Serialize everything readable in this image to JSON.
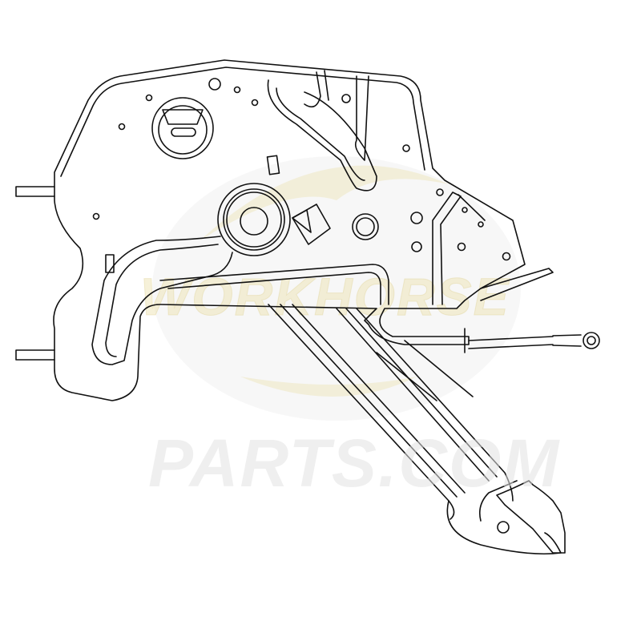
{
  "diagram": {
    "subject": "Parking brake pedal assembly",
    "style": "black line drawing on white background"
  },
  "watermark": {
    "top_text": "WORKHORSE",
    "bottom_text": "PARTS.COM",
    "top_color": "#e8dfa8",
    "bottom_color": "#e6e6e6"
  },
  "colors": {
    "background": "#ffffff",
    "line": "#111111",
    "emblem": "#efe8c4"
  }
}
